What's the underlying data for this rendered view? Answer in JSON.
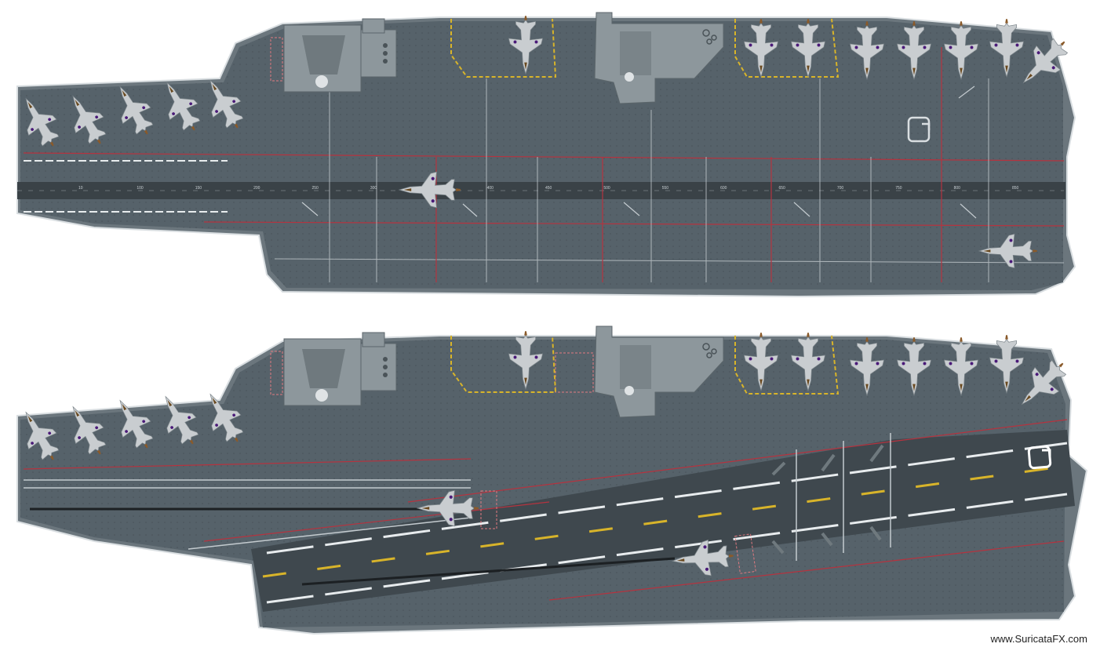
{
  "credit": "www.SuricataFX.com",
  "colors": {
    "hull": "#6b767d",
    "hull_edge": "#d9dee1",
    "deck": "#4f5a61",
    "runway": "#3a4247",
    "red_line": "#b5333f",
    "white_line": "#e8ecee",
    "yellow_line": "#d8b42a",
    "island": "#8d979c",
    "island_dark": "#6f797e",
    "aircraft": "#c9cdd0",
    "aircraft_mark": "#4a1a78"
  },
  "icons": [
    "fighter-jet-icon",
    "ski-jump-symbol-icon",
    "hatched-elevator-outline"
  ],
  "diagrams": [
    {
      "id": "stovl-configuration",
      "deck_markings": [
        "10",
        "100",
        "150",
        "200",
        "250",
        "300",
        "350",
        "400",
        "450",
        "500",
        "550",
        "600",
        "650",
        "700",
        "750",
        "800",
        "850"
      ]
    },
    {
      "id": "catobar-configuration",
      "deck_markings": []
    }
  ]
}
